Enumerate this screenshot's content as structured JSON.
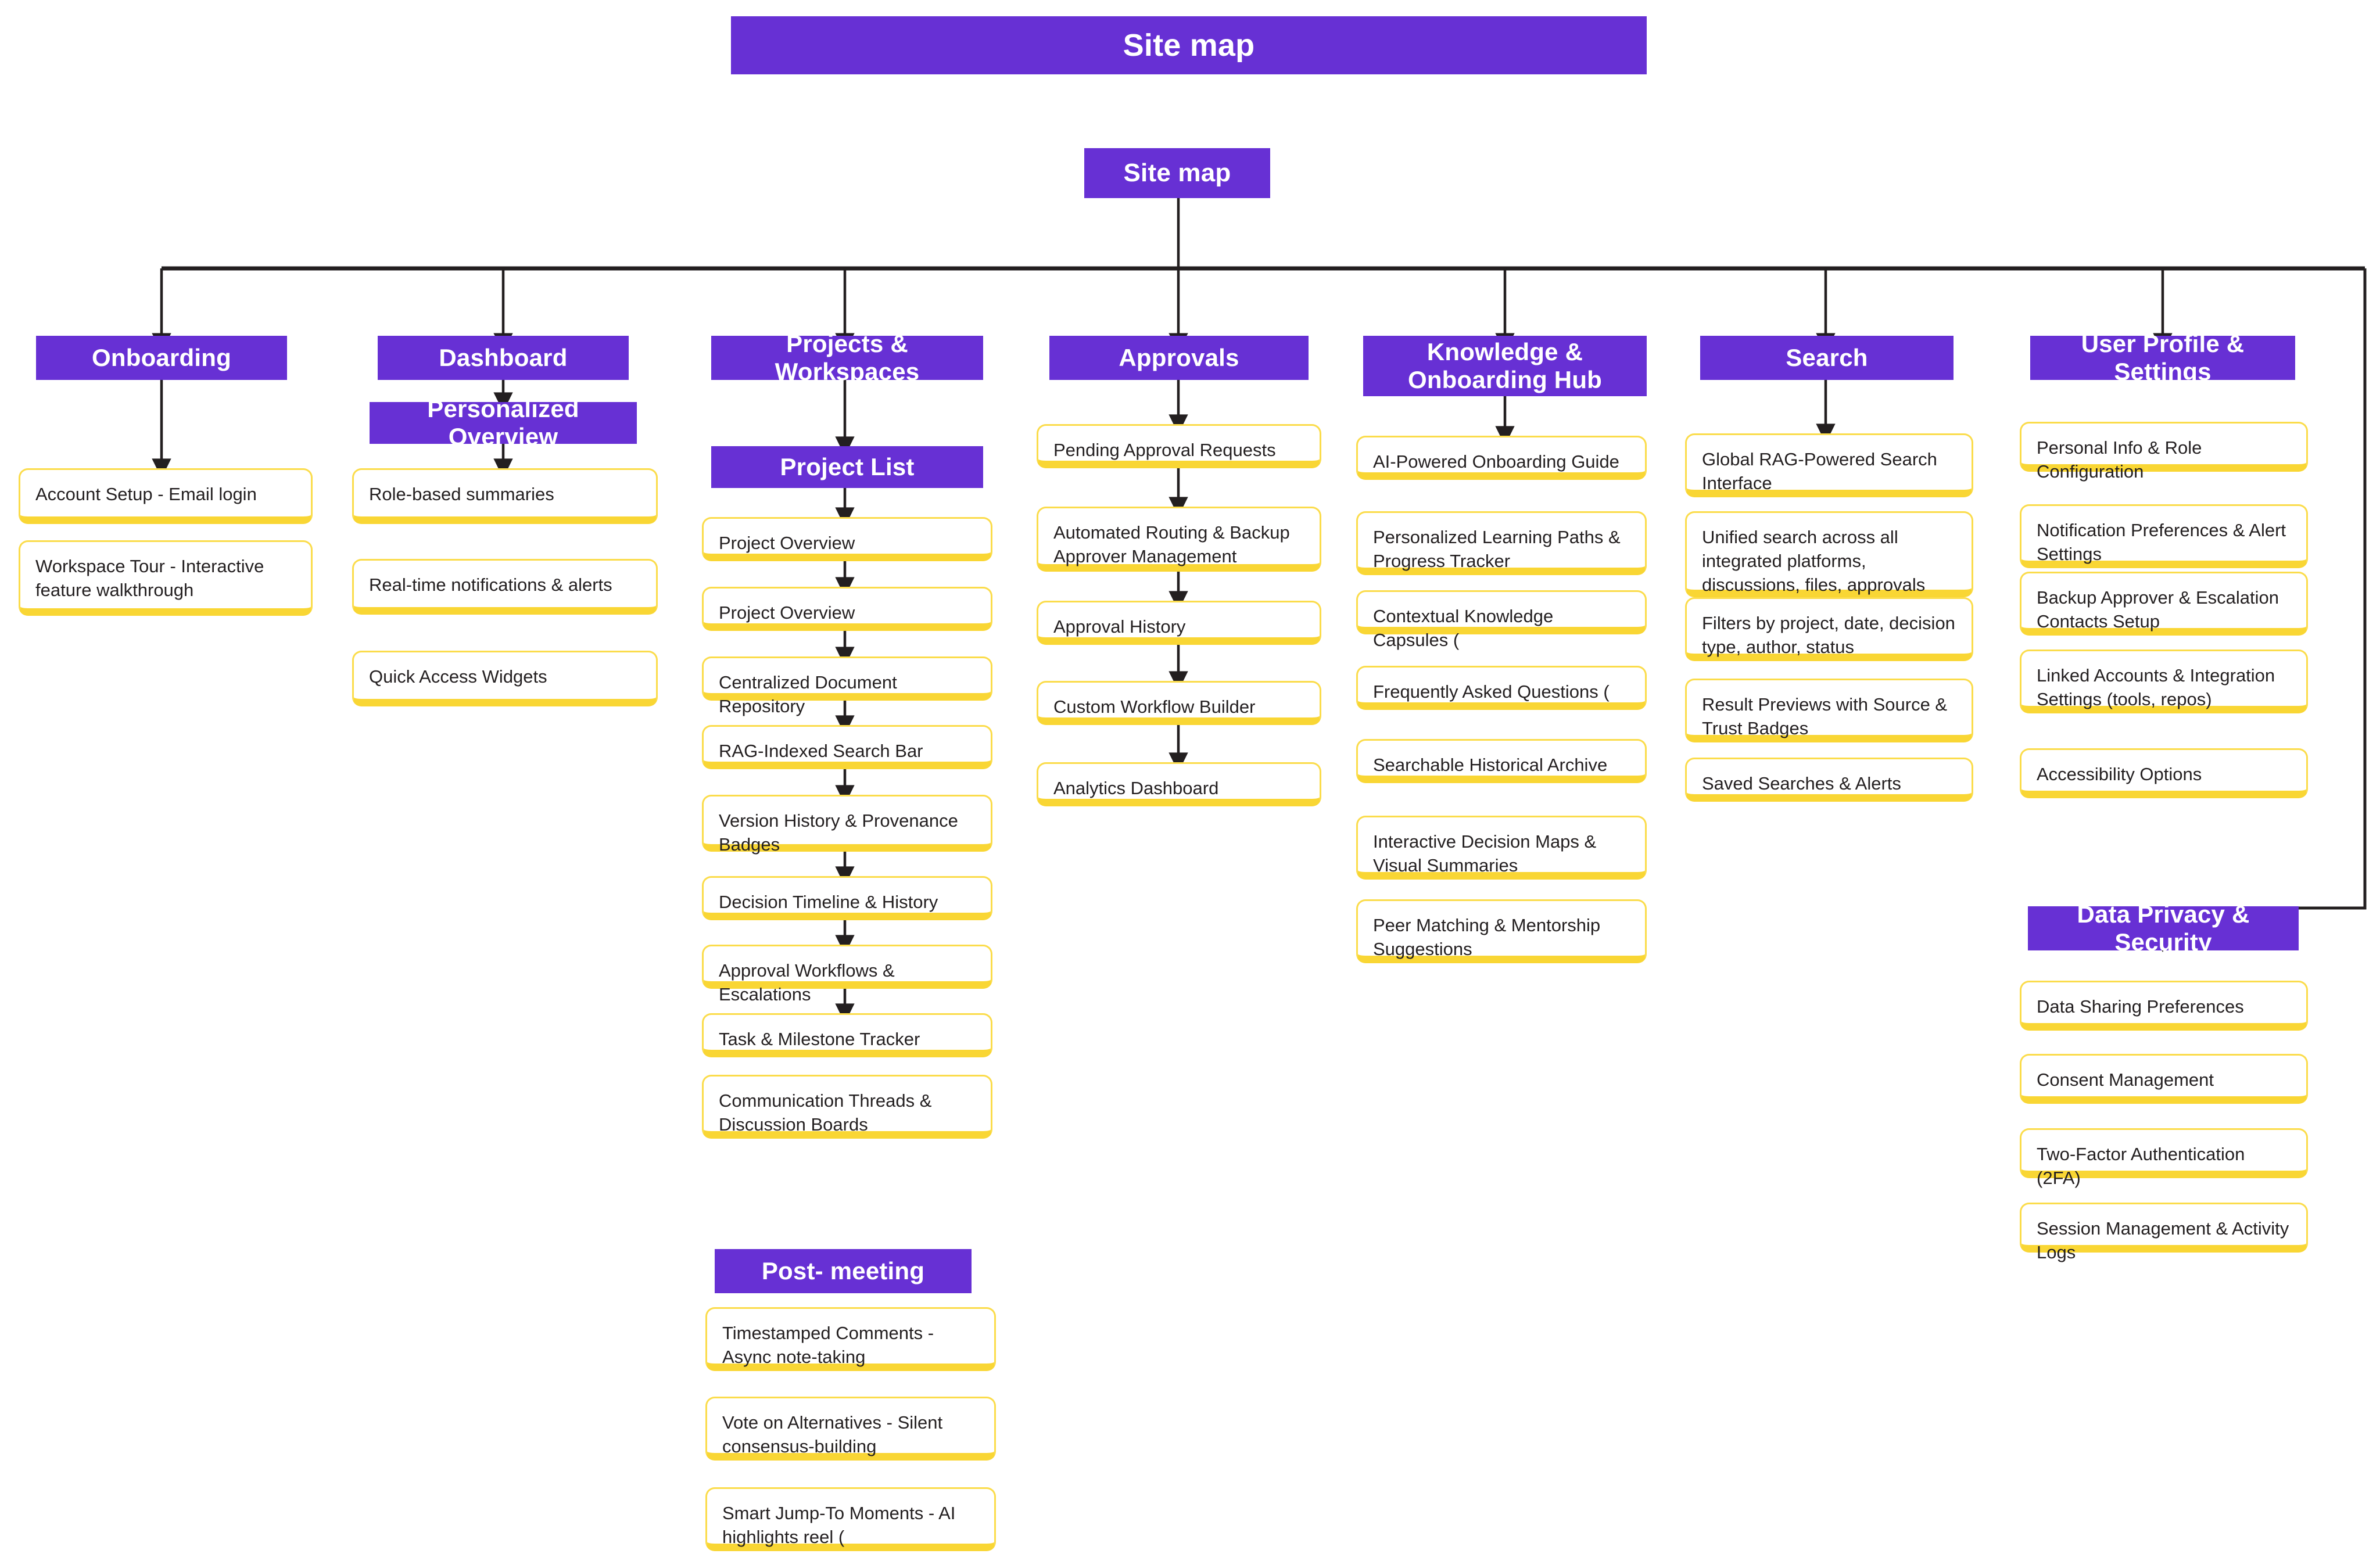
{
  "diagram": {
    "title": "Site map",
    "root": "Site map",
    "colors": {
      "purple": "#6730d4",
      "yellow_border": "#fbdc4b",
      "yellow_shadow": "#f9d634",
      "connector": "#231f20",
      "text": "#231f20",
      "background": "#ffffff"
    }
  },
  "branches": [
    {
      "id": "onboarding",
      "header": "Onboarding",
      "subheader": null,
      "leaves": [
        "Account Setup - Email login",
        "Workspace Tour - Interactive feature walkthrough"
      ]
    },
    {
      "id": "dashboard",
      "header": "Dashboard",
      "subheader": "Personalized Overview",
      "leaves": [
        "Role-based summaries",
        "Real-time notifications & alerts",
        "Quick Access Widgets"
      ]
    },
    {
      "id": "projects-workspaces",
      "header": "Projects & Workspaces",
      "subheader": "Project List",
      "leaves": [
        "Project Overview",
        "Project Overview",
        "Centralized Document Repository",
        "RAG-Indexed Search Bar",
        "Version History & Provenance Badges",
        "Decision Timeline & History",
        "Approval Workflows & Escalations",
        "Task & Milestone Tracker",
        "Communication Threads & Discussion Boards"
      ]
    },
    {
      "id": "approvals",
      "header": "Approvals",
      "subheader": null,
      "leaves": [
        "Pending Approval Requests",
        "Automated Routing & Backup Approver Management",
        "Approval History",
        "Custom Workflow Builder",
        "Analytics Dashboard"
      ]
    },
    {
      "id": "knowledge-onboarding-hub",
      "header": "Knowledge & Onboarding Hub",
      "subheader": null,
      "leaves": [
        "AI-Powered Onboarding Guide",
        "Personalized Learning Paths & Progress Tracker",
        "Contextual Knowledge Capsules (",
        "Frequently Asked Questions (",
        "Searchable Historical Archive",
        "Interactive Decision Maps & Visual Summaries",
        "Peer Matching & Mentorship Suggestions"
      ]
    },
    {
      "id": "search",
      "header": "Search",
      "subheader": null,
      "leaves": [
        "Global RAG-Powered Search Interface",
        "Unified search across all integrated platforms, discussions, files, approvals",
        "Filters by project, date, decision type, author, status",
        "Result Previews with Source & Trust Badges",
        "Saved Searches & Alerts"
      ]
    },
    {
      "id": "user-profile-settings",
      "header": "User Profile & Settings",
      "subheader": null,
      "leaves": [
        "Personal Info & Role Configuration",
        "Notification Preferences & Alert Settings",
        "Backup Approver & Escalation Contacts Setup",
        "Linked Accounts & Integration Settings (tools, repos)",
        "Accessibility Options"
      ]
    },
    {
      "id": "data-privacy-security",
      "header": "Data Privacy & Security",
      "subheader": null,
      "leaves": [
        "Data Sharing Preferences",
        "Consent Management",
        "Two-Factor Authentication (2FA)",
        "Session Management & Activity Logs"
      ]
    },
    {
      "id": "post-meeting",
      "header": "Post- meeting",
      "subheader": null,
      "leaves": [
        "Timestamped Comments - Async note-taking",
        "Vote on Alternatives - Silent consensus-building",
        "Smart Jump-To Moments - AI highlights reel ("
      ]
    }
  ]
}
